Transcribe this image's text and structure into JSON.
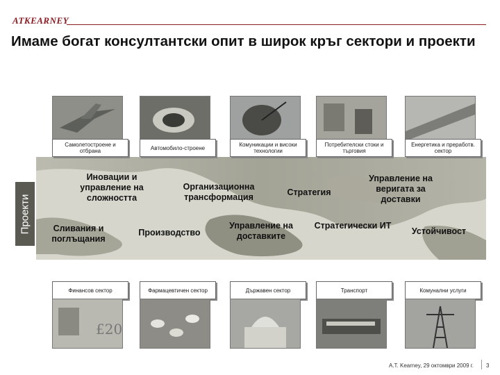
{
  "brand": {
    "logo": "ATKEARNEY"
  },
  "slide": {
    "title": "Имаме богат консултантски опит в широк кръг сектори и проекти",
    "side_label": "Проекти"
  },
  "sectors_top": [
    "Самолетостроене и отбрана",
    "Автомобило-строене",
    "Комуникации и високи технологии",
    "Потребителски стоки и търговия",
    "Енергетика и преработв. сектор"
  ],
  "sectors_bottom": [
    "Финансов сектор",
    "Фармацевтичен сектор",
    "Държавен сектор",
    "Транспорт",
    "Комунални услуги"
  ],
  "projects": [
    "Иновации и управление на сложността",
    "Организационна трансформация",
    "Стратегия",
    "Управление на веригата за доставки",
    "Сливания и поглъщания",
    "Производство",
    "Управление на доставките",
    "Стратегически ИТ",
    "Устойчивост"
  ],
  "footer": {
    "date_text": "A.T. Kearney, 29 октомври 2009 г.",
    "page_number": "3"
  },
  "colors": {
    "brand": "#8a1a22",
    "label_bg": "#5a5a52",
    "map": "#9a9a8c"
  }
}
